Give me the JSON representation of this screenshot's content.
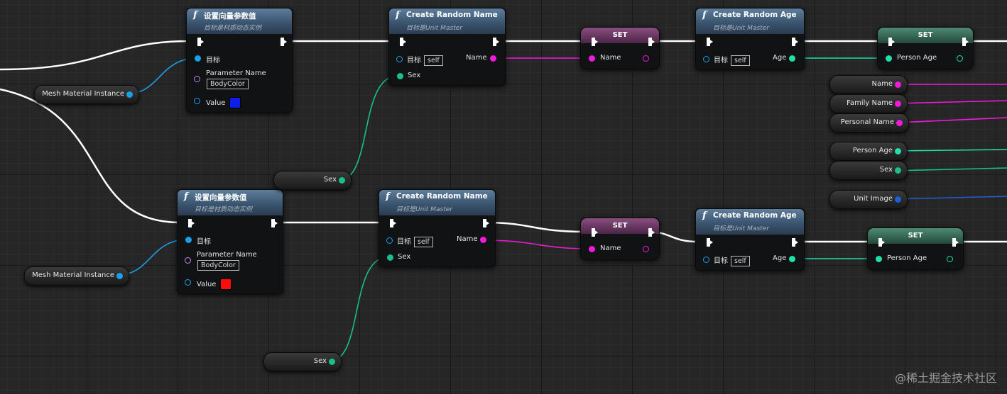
{
  "nodes": {
    "setVec1": {
      "title": "设置向量参数值",
      "subtitle": "目标是材质动态实例",
      "target": "目标",
      "param_label": "Parameter Name",
      "param_value": "BodyColor",
      "value_label": "Value",
      "value_color": "#0b1fe6"
    },
    "setVec2": {
      "title": "设置向量参数值",
      "subtitle": "目标是材质动态实例",
      "target": "目标",
      "param_label": "Parameter Name",
      "param_value": "BodyColor",
      "value_label": "Value",
      "value_color": "#ff0b0b"
    },
    "randName1": {
      "title": "Create Random Name",
      "subtitle": "目标是Unit Master",
      "target": "目标",
      "self": "self",
      "out": "Name",
      "sex": "Sex"
    },
    "randName2": {
      "title": "Create Random Name",
      "subtitle": "目标是Unit Master",
      "target": "目标",
      "self": "self",
      "out": "Name",
      "sex": "Sex"
    },
    "randAge1": {
      "title": "Create Random Age",
      "subtitle": "目标是Unit Master",
      "target": "目标",
      "self": "self",
      "out": "Age"
    },
    "randAge2": {
      "title": "Create Random Age",
      "subtitle": "目标是Unit Master",
      "target": "目标",
      "self": "self",
      "out": "Age"
    },
    "setName1": {
      "title": "SET",
      "pin": "Name"
    },
    "setName2": {
      "title": "SET",
      "pin": "Name"
    },
    "setAge1": {
      "title": "SET",
      "pin": "Person Age"
    },
    "setAge2": {
      "title": "SET",
      "pin": "Person Age"
    }
  },
  "vars": {
    "mesh1": "Mesh Material Instance",
    "mesh2": "Mesh Material Instance",
    "sex1": "Sex",
    "sex2": "Sex",
    "name": "Name",
    "family": "Family Name",
    "personal": "Personal Name",
    "page": "Person Age",
    "sex3": "Sex",
    "unitimage": "Unit Image"
  },
  "colors": {
    "exec": "#ffffff",
    "object": "#1aa0e8",
    "string": "#f01adb",
    "int": "#1fe0a8",
    "enum": "#17c08a",
    "name": "#c886f2",
    "struct": "#1f5cd6",
    "set_name_head": "#6e3a66",
    "set_age_head": "#2f6a55"
  },
  "watermark": "@稀土掘金技术社区"
}
